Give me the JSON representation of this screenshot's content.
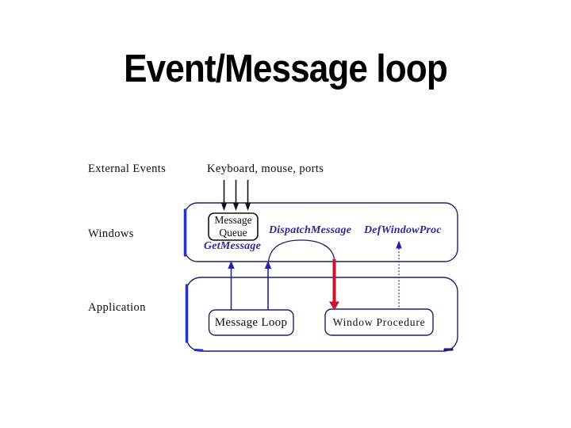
{
  "title": "Event/Message loop",
  "labels": {
    "external_events": "External Events",
    "keyboard": "Keyboard, mouse, ports",
    "windows": "Windows",
    "application": "Application"
  },
  "diagram": {
    "boxes": {
      "message_queue": "Message Queue",
      "message_loop": "Message Loop",
      "window_procedure": "Window Procedure"
    },
    "functions": {
      "get_message": "GetMessage",
      "dispatch_message": "DispatchMessage",
      "def_window_proc": "DefWindowProc"
    },
    "colors": {
      "navy": "#1f1f6e",
      "blue_accent": "#2533c4",
      "arrow_blue": "#2222aa",
      "red": "#cc1133",
      "text_navy": "#2a2a9a"
    }
  }
}
